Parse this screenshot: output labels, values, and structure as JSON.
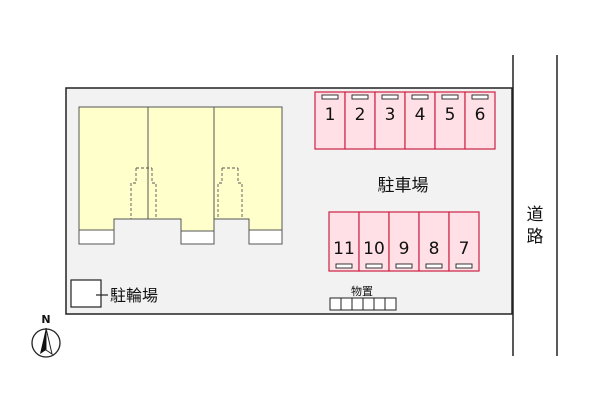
{
  "labels": {
    "parking": "駐車場",
    "road_chars": [
      "道",
      "路"
    ],
    "bicycle_parking": "駐輪場",
    "storage": "物置",
    "north": "N"
  },
  "parking_top": [
    "1",
    "2",
    "3",
    "4",
    "5",
    "6"
  ],
  "parking_bottom": [
    "11",
    "10",
    "9",
    "8",
    "7"
  ],
  "colors": {
    "building_fill": "#ffffcc",
    "parking_fill": "#ffe0e6",
    "parking_stroke": "#cc2244",
    "lot_fill": "#f2f2f2",
    "line": "#222222"
  }
}
